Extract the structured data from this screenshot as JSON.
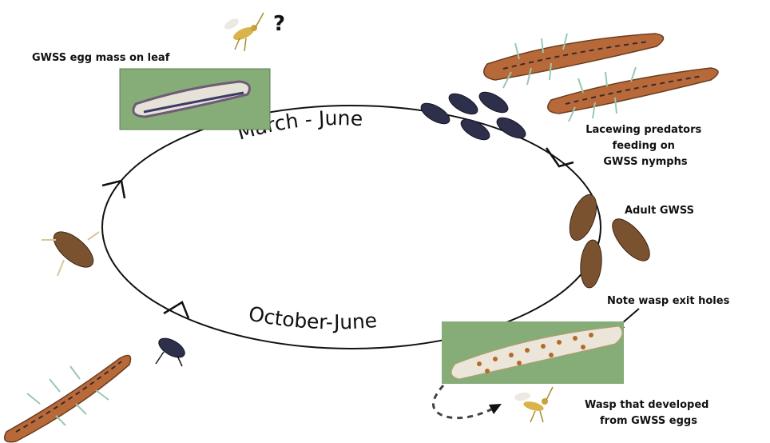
{
  "cycle": {
    "top_label": "March - June",
    "bottom_label": "October-June"
  },
  "labels": {
    "egg_mass": "GWSS egg mass on leaf",
    "question_mark": "?",
    "lacewing": [
      "Lacewing predators",
      "feeding on",
      "GWSS nymphs"
    ],
    "adult": "Adult GWSS",
    "exit_holes": "Note wasp exit holes",
    "wasp": [
      "Wasp that developed",
      "from GWSS eggs"
    ]
  },
  "colors": {
    "line": "#111111",
    "leaf": "#7fae6e",
    "lacewing": "#b8693a",
    "nymph": "#2e2f4a",
    "adult": "#7a5230"
  }
}
